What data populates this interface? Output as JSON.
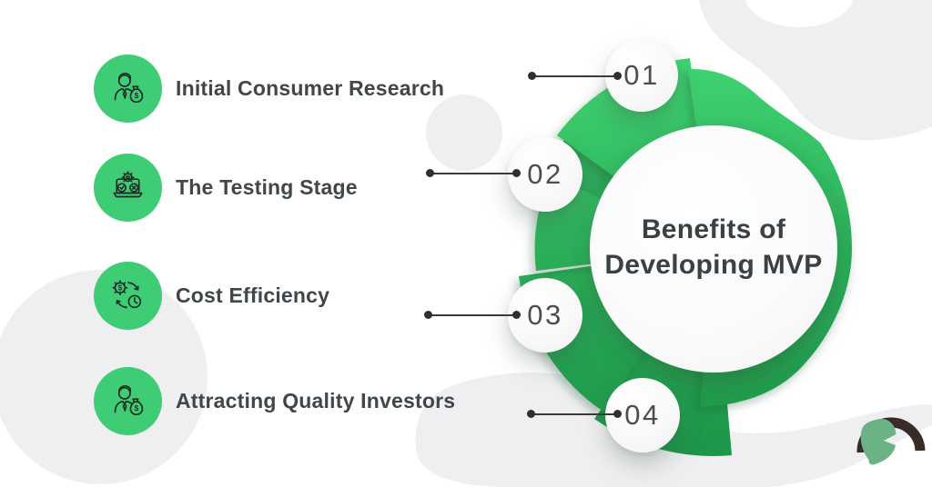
{
  "title": {
    "line1": "Benefits of",
    "line2": "Developing MVP"
  },
  "items": [
    {
      "number": "01",
      "label": "Initial Consumer Research",
      "icon": "businessman-moneybag-icon"
    },
    {
      "number": "02",
      "label": "The Testing Stage",
      "icon": "laptop-testing-icon"
    },
    {
      "number": "03",
      "label": "Cost Efficiency",
      "icon": "cost-time-cycle-icon"
    },
    {
      "number": "04",
      "label": "Attracting Quality Investors",
      "icon": "investor-moneybag-icon"
    }
  ],
  "icons": {
    "dollar_sign": "$"
  },
  "logo": {
    "name": "spartan-helmet-logo"
  },
  "colors": {
    "wheel_green_light": "#40D572",
    "wheel_green_mid": "#2CAF5A",
    "wheel_green_dark": "#1B9447",
    "icon_circle_green": "#3ECC75",
    "title_text": "#3A4144",
    "label_text": "#40464A",
    "number_text": "#4A4E51",
    "connector_line": "#3A3A3A",
    "background_blob": "#EFEFF1",
    "logo_crest": "#382B28",
    "logo_helmet": "#6CB287"
  }
}
